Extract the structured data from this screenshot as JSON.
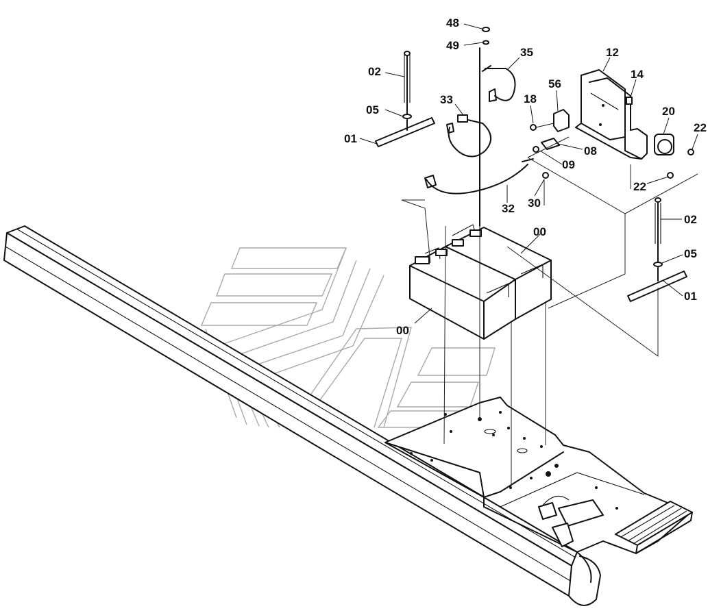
{
  "callouts": [
    {
      "id": "c48",
      "text": "48"
    },
    {
      "id": "c49",
      "text": "49"
    },
    {
      "id": "c35",
      "text": "35"
    },
    {
      "id": "c12",
      "text": "12"
    },
    {
      "id": "c14",
      "text": "14"
    },
    {
      "id": "c56",
      "text": "56"
    },
    {
      "id": "c18",
      "text": "18"
    },
    {
      "id": "c20",
      "text": "20"
    },
    {
      "id": "c22a",
      "text": "22"
    },
    {
      "id": "c22b",
      "text": "22"
    },
    {
      "id": "c33",
      "text": "33"
    },
    {
      "id": "c02a",
      "text": "02"
    },
    {
      "id": "c05a",
      "text": "05"
    },
    {
      "id": "c01a",
      "text": "01"
    },
    {
      "id": "c08",
      "text": "08"
    },
    {
      "id": "c09",
      "text": "09"
    },
    {
      "id": "c30",
      "text": "30"
    },
    {
      "id": "c32",
      "text": "32"
    },
    {
      "id": "c00a",
      "text": "00"
    },
    {
      "id": "c00b",
      "text": "00"
    },
    {
      "id": "c02b",
      "text": "02"
    },
    {
      "id": "c05b",
      "text": "05"
    },
    {
      "id": "c01b",
      "text": "01"
    }
  ]
}
